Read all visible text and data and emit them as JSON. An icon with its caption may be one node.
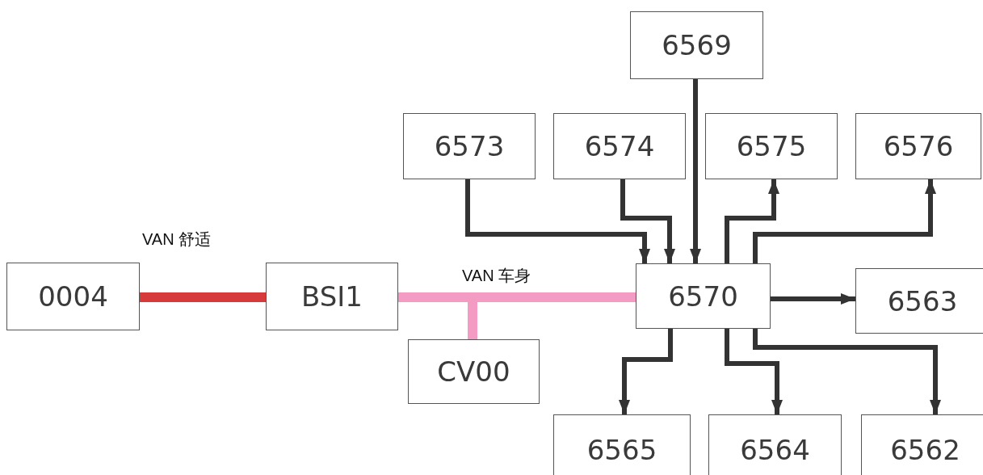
{
  "diagram": {
    "nodes": [
      {
        "text": [
          "6569"
        ]
      },
      {
        "text": [
          "6573"
        ]
      },
      {
        "text": [
          "6574"
        ]
      },
      {
        "text": [
          "6575"
        ]
      },
      {
        "text": [
          "6576"
        ]
      },
      {
        "text": [
          "0004"
        ]
      },
      {
        "text": [
          "BSI1"
        ]
      },
      {
        "text": [
          "6570"
        ]
      },
      {
        "text": [
          "6563"
        ]
      },
      {
        "text": [
          "CV00"
        ]
      },
      {
        "text": [
          "6565"
        ]
      },
      {
        "text": [
          "6564"
        ]
      },
      {
        "text": [
          "6562"
        ]
      }
    ],
    "edges": [
      {
        "from": 5,
        "to": 6,
        "arrow": "none",
        "label": "VAN 舒适",
        "style": "thick",
        "color": "#d63a3a"
      },
      {
        "from": 6,
        "to": 7,
        "arrow": "none",
        "label": "VAN 车身",
        "style": "thick",
        "color": "#f39bc2"
      },
      {
        "from": 6,
        "to": 9,
        "arrow": "none",
        "style": "thick",
        "color": "#f39bc2"
      },
      {
        "from": 1,
        "to": 7,
        "arrow": "to"
      },
      {
        "from": 2,
        "to": 7,
        "arrow": "to"
      },
      {
        "from": 0,
        "to": 7,
        "arrow": "to"
      },
      {
        "from": 7,
        "to": 3,
        "arrow": "to"
      },
      {
        "from": 7,
        "to": 4,
        "arrow": "to"
      },
      {
        "from": 7,
        "to": 8,
        "arrow": "to"
      },
      {
        "from": 7,
        "to": 10,
        "arrow": "to"
      },
      {
        "from": 7,
        "to": 11,
        "arrow": "to"
      },
      {
        "from": 7,
        "to": 12,
        "arrow": "to"
      }
    ]
  }
}
